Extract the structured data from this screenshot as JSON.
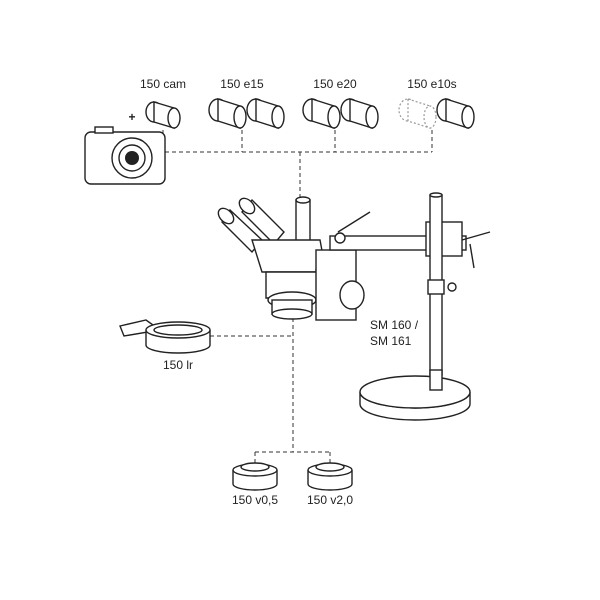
{
  "labels": {
    "cam": "150 cam",
    "e15": "150 e15",
    "e20": "150 e20",
    "e10s": "150 e10s",
    "stand_line1": "SM 160 /",
    "stand_line2": "SM 161",
    "ring_light": "150 lr",
    "lens_05": "150 v0,5",
    "lens_20": "150 v2,0",
    "plus": "+"
  }
}
